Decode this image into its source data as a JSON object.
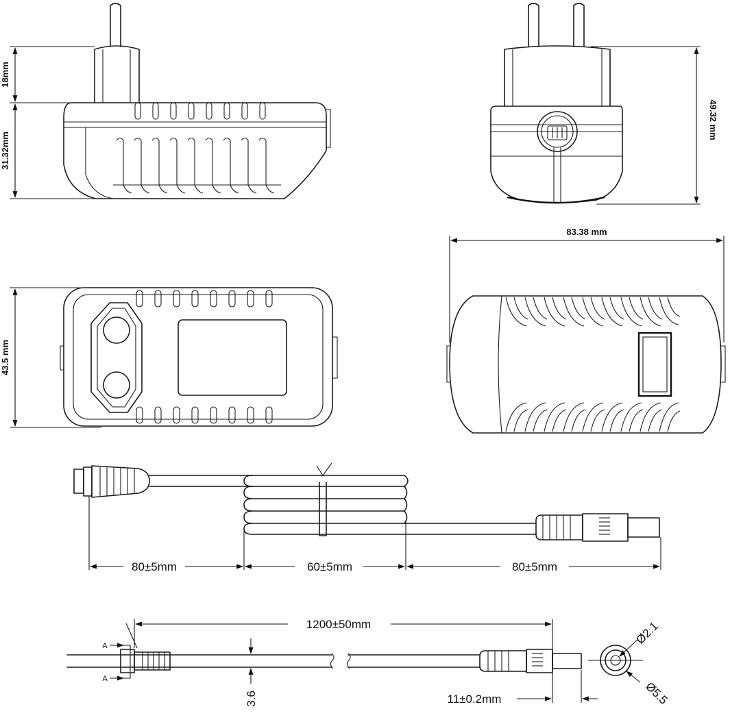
{
  "side_view": {
    "plug_height": "18mm",
    "body_height": "31.32mm"
  },
  "front_view": {
    "total_height": "49.32 mm"
  },
  "top_view": {
    "width": "43.5 mm"
  },
  "bottom_view": {
    "length": "83.38 mm"
  },
  "cable_coil": {
    "left_segment": "80±5mm",
    "middle_segment": "60±5mm",
    "right_segment": "80±5mm"
  },
  "cable_layout": {
    "total_length": "1200±50mm",
    "cable_diameter": "3.6",
    "plug_length": "11±0.2mm",
    "inner_diameter": "Ø2.1",
    "outer_diameter": "Ø5.5",
    "section_marker_top": "A",
    "section_marker_bottom": "A"
  }
}
